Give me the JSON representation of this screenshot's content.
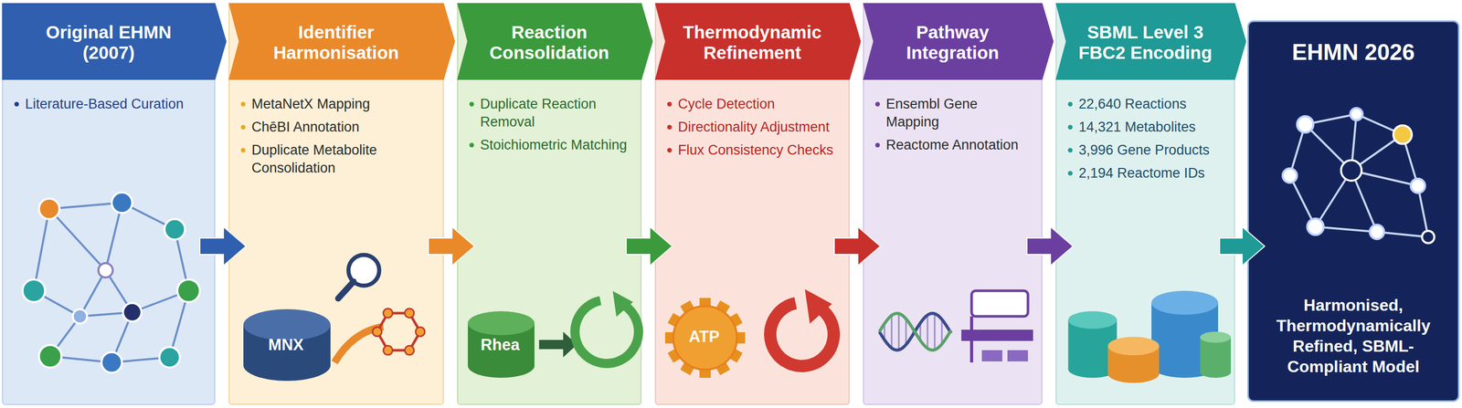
{
  "diagram": {
    "nodes": [
      {
        "text": [
          "Original EHMN (2007)",
          "Literature-Based Curation"
        ]
      },
      {
        "text": [
          "Identifier Harmonisation",
          "MetaNetX Mapping",
          "ChēBI Annotation",
          "Duplicate Metabolite Consolidation"
        ]
      },
      {
        "text": [
          "Reaction Consolidation",
          "Duplicate Reaction Removal",
          "Stoichiometric Matching"
        ]
      },
      {
        "text": [
          "Thermodynamic Refinement",
          "Cycle Detection",
          "Directionality Adjustment",
          "Flux Consistency Checks"
        ]
      },
      {
        "text": [
          "Pathway Integration",
          "Ensembl Gene Mapping",
          "Reactome Annotation"
        ]
      },
      {
        "text": [
          "SBML Level 3 FBC2 Encoding",
          "22,640 Reactions",
          "14,321 Metabolites",
          "3,996 Gene Products",
          "2,194 Reactome IDs"
        ]
      },
      {
        "text": [
          "EHMN 2026",
          "Harmonised, Thermodynamically Refined, SBML-Compliant Model"
        ]
      }
    ],
    "edges": [
      {
        "from": 0,
        "to": 1,
        "arrow": "to"
      },
      {
        "from": 1,
        "to": 2,
        "arrow": "to"
      },
      {
        "from": 2,
        "to": 3,
        "arrow": "to"
      },
      {
        "from": 3,
        "to": 4,
        "arrow": "to"
      },
      {
        "from": 4,
        "to": 5,
        "arrow": "to"
      },
      {
        "from": 5,
        "to": 6,
        "arrow": "to"
      }
    ],
    "labels": [
      "MNX",
      "Rhea",
      "ATP"
    ]
  }
}
